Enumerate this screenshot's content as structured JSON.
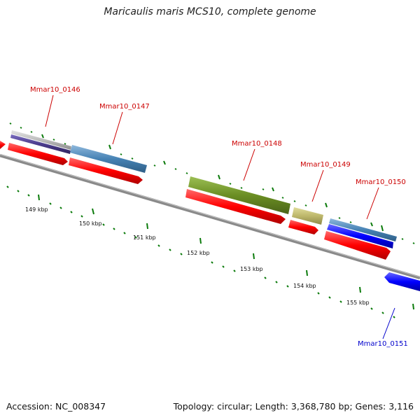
{
  "title": "Maricaulis maris MCS10, complete genome",
  "accession": "Accession: NC_008347",
  "topology": "Topology: circular; Length: 3,368,780 bp; Genes: 3,116",
  "colors": {
    "cds": "#ff0000",
    "purple_feature": "#4b3c8c",
    "gray_feature": "#bdbdbd",
    "steelblue_feature": "#4682b4",
    "olive_feature": "#6b8e23",
    "khaki_feature": "#bdb76b",
    "blue_feature": "#0000ff",
    "tick": "#0a7a0a",
    "backbone": "#808080",
    "label_red": "#cc0000",
    "label_blue": "#0000cc"
  },
  "scale_labels": [
    "149 kbp",
    "150 kbp",
    "151 kbp",
    "152 kbp",
    "153 kbp",
    "154 kbp",
    "155 kbp"
  ],
  "gene_labels": [
    {
      "name": "Mmar10_0146",
      "strand": "forward"
    },
    {
      "name": "Mmar10_0147",
      "strand": "forward"
    },
    {
      "name": "Mmar10_0148",
      "strand": "forward"
    },
    {
      "name": "Mmar10_0149",
      "strand": "forward"
    },
    {
      "name": "Mmar10_0150",
      "strand": "forward"
    },
    {
      "name": "Mmar10_0151",
      "strand": "reverse"
    }
  ]
}
